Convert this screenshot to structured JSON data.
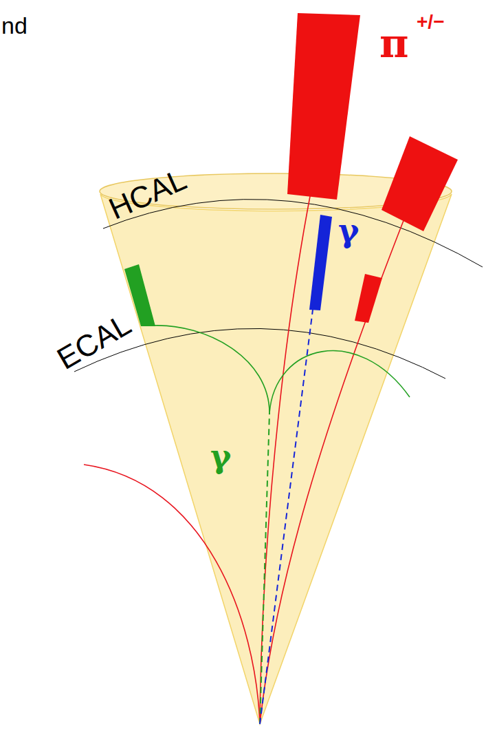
{
  "diagram": {
    "labels": [
      "nd",
      "π",
      "+/−",
      "HCAL",
      "ECAL",
      "γ",
      "γ"
    ]
  }
}
